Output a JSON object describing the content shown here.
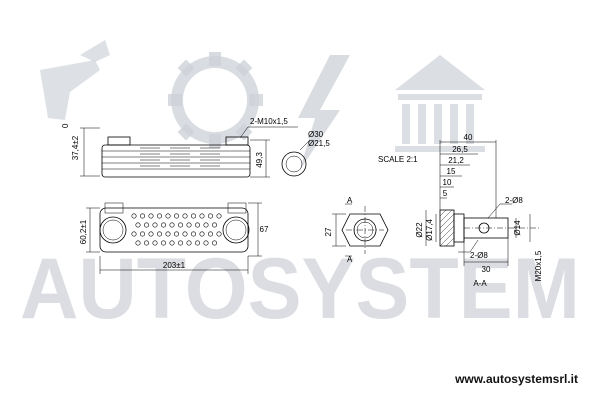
{
  "watermark": {
    "brand": "AUTOSYSTEM"
  },
  "website": "www.autosystemsrl.it",
  "scale_note": "SCALE 2:1",
  "side_view": {
    "thread": "2-M10x1,5",
    "height_top": "37,4±2",
    "zero_mark": "0",
    "height_right": "49,3"
  },
  "top_view": {
    "width": "60,2±1",
    "width_right": "67",
    "length": "203±1"
  },
  "ring_view": {
    "outer_dia": "Ø30",
    "inner_dia": "Ø21,5"
  },
  "nut_view": {
    "height": "27",
    "section_mark_top": "A",
    "section_mark_bottom": "A"
  },
  "section_view": {
    "dims_top": [
      "40",
      "26,5",
      "21,2",
      "15",
      "10",
      "5"
    ],
    "dia_left": "Ø22",
    "dia_inner": "Ø17,4",
    "dia_right": "Ø14",
    "holes_top": "2-Ø8",
    "holes_bottom": "2-Ø8",
    "length_bottom": "30",
    "thread_right": "M20x1,5",
    "section_label": "A-A"
  }
}
